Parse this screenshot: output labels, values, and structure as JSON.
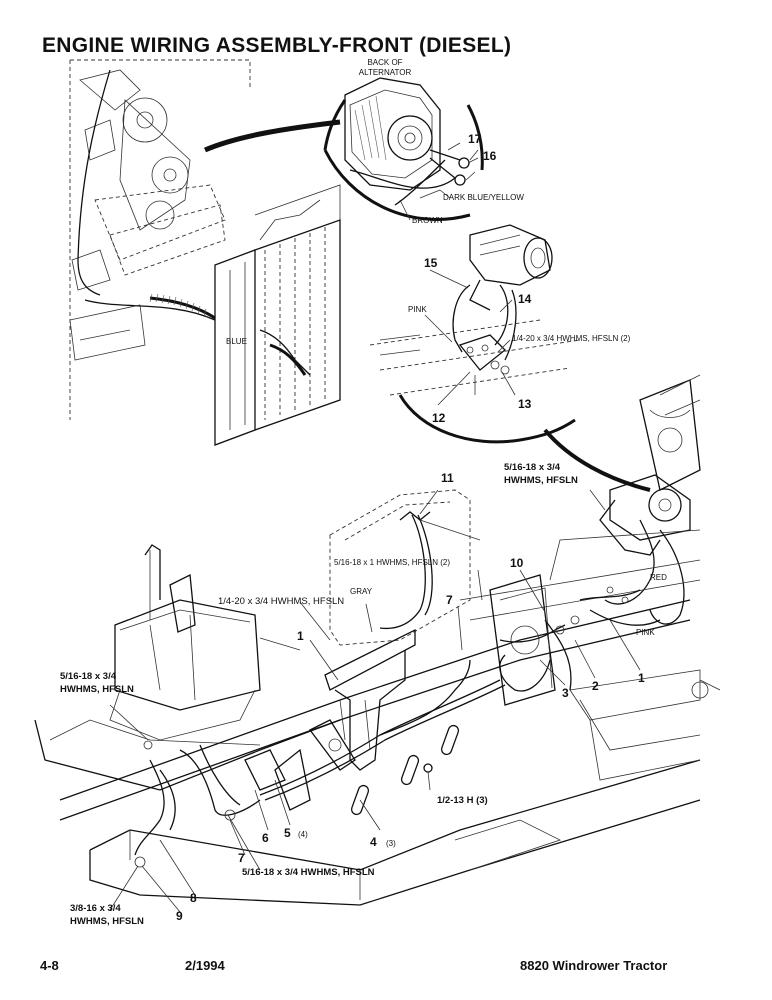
{
  "title": "ENGINE WIRING ASSEMBLY-FRONT (DIESEL)",
  "footer": {
    "page": "4-8",
    "date": "2/1994",
    "model": "8820 Windrower Tractor"
  },
  "callouts": {
    "back_of_alternator": [
      "BACK OF",
      "ALTERNATOR"
    ],
    "n17": "17",
    "n16": "16",
    "dark_blue_yellow": "DARK BLUE/YELLOW",
    "brown": "BROWN",
    "blue": "BLUE",
    "n15": "15",
    "n14": "14",
    "pink_top": "PINK",
    "bolt_14_20_x2": "1/4-20 x 3/4 HWHMS, HFSLN (2)",
    "n12": "12",
    "n13": "13",
    "bolt_5_16_right": [
      "5/16-18 x 3/4",
      "HWHMS, HFSLN"
    ],
    "n11": "11",
    "bolt_5_16_x1": "5/16-18 x 1 HWHMS, HFSLN (2)",
    "gray": "GRAY",
    "bolt_14_20_left": "1/4-20 x 3/4  HWHMS, HFSLN",
    "n10": "10",
    "red": "RED",
    "pink_bottom": "PINK",
    "n7a": "7",
    "n1a": "1",
    "n1b": "1",
    "n2": "2",
    "n3": "3",
    "bolt_5_16_left": [
      "5/16-18 x 3/4",
      "HWHMS, HFSLN"
    ],
    "bolt_12_13": "1/2-13 H  (3)",
    "n4": "4",
    "n4_qty": "(3)",
    "n5": "5",
    "n5_qty": "(4)",
    "n6": "6",
    "n7b": "7",
    "bolt_5_16_bottom": "5/16-18 x 3/4 HWHMS, HFSLN",
    "n8": "8",
    "n9": "9",
    "bolt_3_8_16": [
      "3/8-16 x 3/4",
      "HWHMS, HFSLN"
    ]
  }
}
